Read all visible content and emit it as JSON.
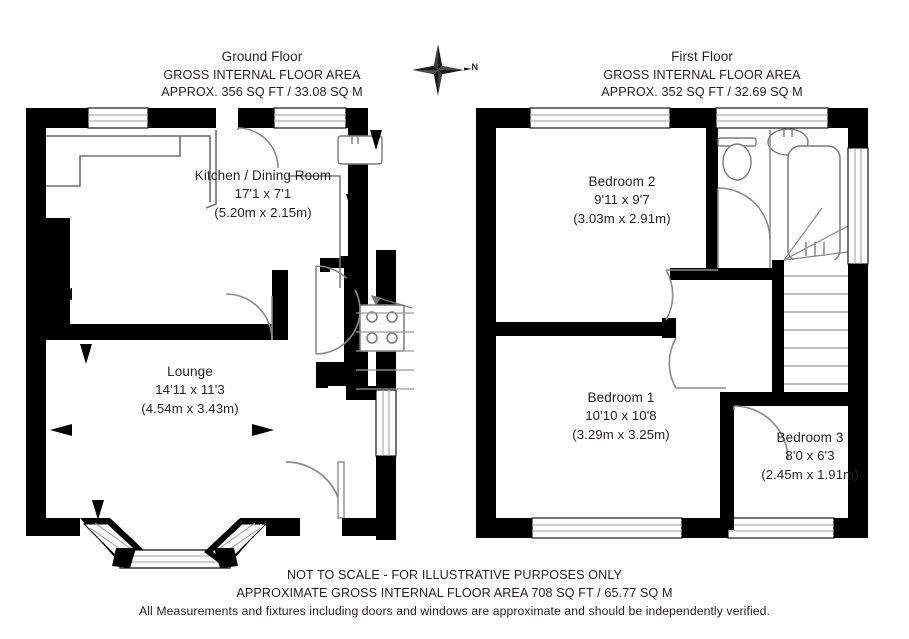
{
  "document": {
    "type": "floor-plan",
    "wall_color": "#000000",
    "background_color": "#ffffff",
    "text_color": "#231f20"
  },
  "compass": {
    "icon": "compass-north-star-icon",
    "north_label": "N"
  },
  "floors": [
    {
      "id": "ground",
      "title": "Ground Floor",
      "area_line1": "GROSS INTERNAL FLOOR AREA",
      "area_line2": "APPROX. 356 SQ FT / 33.08 SQ M",
      "rooms": [
        {
          "id": "kitchen-dining-room",
          "name": "Kitchen / Dining Room",
          "imperial": "17'1 x 7'1",
          "metric": "(5.20m x 2.15m)"
        },
        {
          "id": "lounge",
          "name": "Lounge",
          "imperial": "14'11 x 11'3",
          "metric": "(4.54m x 3.43m)"
        }
      ]
    },
    {
      "id": "first",
      "title": "First Floor",
      "area_line1": "GROSS INTERNAL FLOOR AREA",
      "area_line2": "APPROX. 352 SQ FT / 32.69 SQ M",
      "rooms": [
        {
          "id": "bedroom-2",
          "name": "Bedroom 2",
          "imperial": "9'11 x 9'7",
          "metric": "(3.03m x 2.91m)"
        },
        {
          "id": "bedroom-1",
          "name": "Bedroom 1",
          "imperial": "10'10 x 10'8",
          "metric": "(3.29m x 3.25m)"
        },
        {
          "id": "bedroom-3",
          "name": "Bedroom 3",
          "imperial": "8'0 x 6'3",
          "metric": "(2.45m x 1.91m)"
        }
      ]
    }
  ],
  "fixtures": {
    "ground": [
      "sink-icon",
      "hob-icon",
      "worktop",
      "staircase-up",
      "bay-window",
      "front-door",
      "internal-doors"
    ],
    "first": [
      "toilet-icon",
      "basin-icon",
      "bath-icon",
      "staircase-down",
      "internal-doors"
    ]
  },
  "footer": {
    "line1": "NOT TO SCALE - FOR ILLUSTRATIVE PURPOSES ONLY",
    "line2": "APPROXIMATE GROSS INTERNAL FLOOR AREA 708 SQ FT / 65.77 SQ M",
    "line3": "All Measurements and fixtures including doors and windows are approximate and should be independently verified."
  }
}
